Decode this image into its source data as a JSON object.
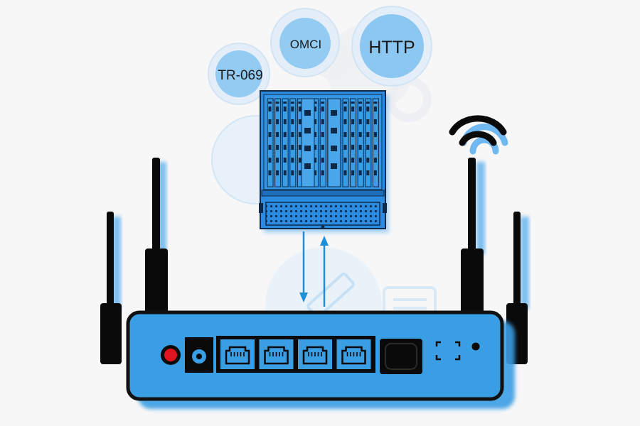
{
  "protocols": {
    "tr069": "TR-069",
    "omci": "OMCI",
    "http": "HTTP"
  },
  "colors": {
    "background": "#f7f7f8",
    "router_blue": "#3a9ee4",
    "router_outline": "#111111",
    "rack_blue": "#2a8be0",
    "bubble_outer": "#dbeaf7",
    "bubble_inner": "#8cc7f2",
    "arrow_blue": "#1f8fd8",
    "power_button_red": "#e0141e",
    "antenna_black": "#0a0a0a",
    "shadow_blue": "#6fb8f0"
  },
  "icons": {
    "router": "router-icon",
    "olt_rack": "olt-chassis-icon",
    "wifi": "wifi-icon",
    "gear": "gear-icon",
    "ethernet_port": "ethernet-port-icon",
    "document": "document-icon",
    "pencil": "pencil-icon"
  },
  "router": {
    "lan_port_count": 4
  }
}
